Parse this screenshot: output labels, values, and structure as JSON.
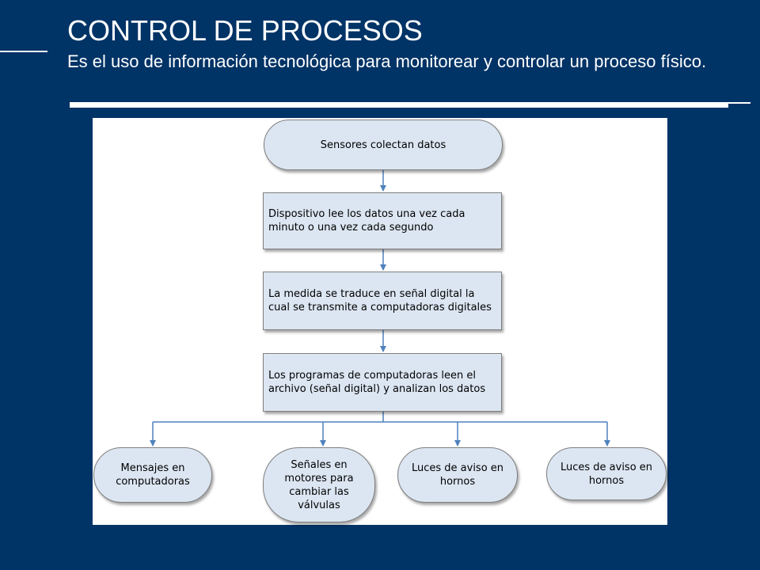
{
  "slide": {
    "title": "CONTROL DE PROCESOS",
    "subtitle": "Es el uso de información tecnológica para monitorear y controlar un proceso físico.",
    "background_color": "#003366",
    "accent_color": "#ffffff"
  },
  "diagram": {
    "node_fill": "#dce6f2",
    "node_border": "#7f7f7f",
    "connector_color": "#4f81bd",
    "steps": [
      "Sensores colectan datos",
      "Dispositivo lee los datos una vez cada minuto o una vez cada segundo",
      "La medida se traduce en señal digital la cual se transmite a computadoras digitales",
      "Los programas de computadoras leen el archivo (señal digital) y analizan los datos"
    ],
    "outputs": [
      "Mensajes en computadoras",
      "Señales en motores para cambiar las válvulas",
      "Luces de aviso en hornos",
      "Luces de aviso en hornos"
    ]
  }
}
